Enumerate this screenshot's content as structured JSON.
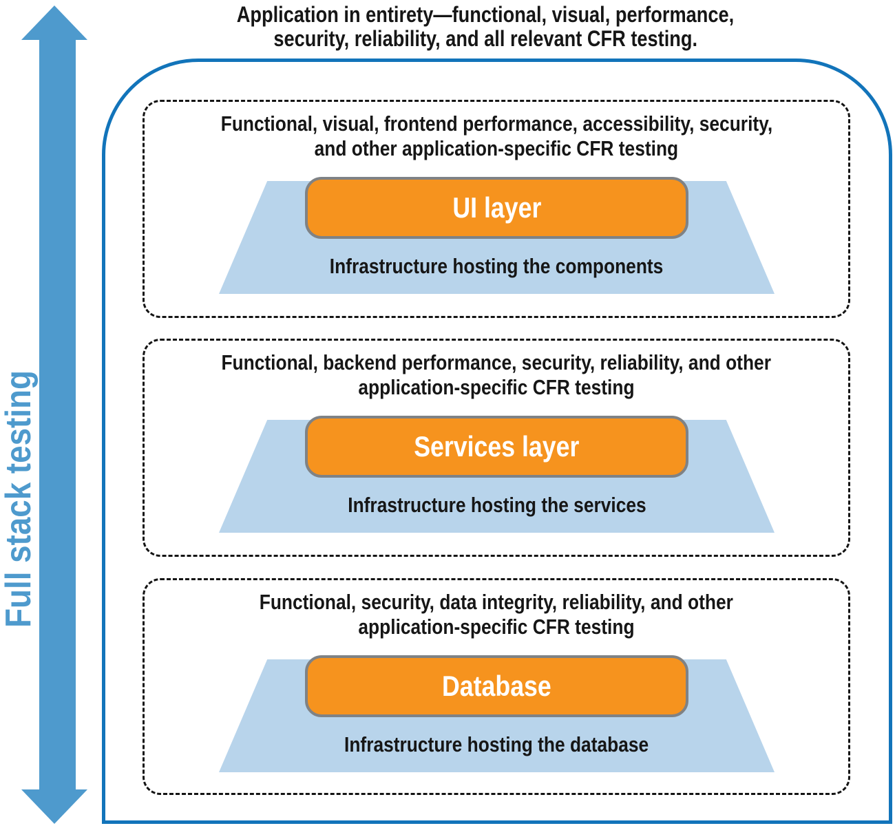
{
  "colors": {
    "arrow_blue": "#4E9ACD",
    "boundary_border_blue": "#1274BA",
    "trapezoid_light_blue": "#B8D4EB",
    "pill_orange": "#F6931E",
    "pill_border_gray": "#7F8285",
    "pill_text_white": "#FFFFFF",
    "text_dark": "#161616"
  },
  "top_caption": {
    "line1": "Application in entirety—functional, visual, performance,",
    "line2": "security, reliability, and all relevant CFR testing."
  },
  "side_label": "Full stack testing",
  "layers": [
    {
      "caption_line1": "Functional, visual, frontend performance, accessibility, security,",
      "caption_line2": "and other application-specific CFR testing",
      "pill_label": "UI layer",
      "infra_label": "Infrastructure hosting the components"
    },
    {
      "caption_line1": "Functional, backend performance, security, reliability, and other",
      "caption_line2": "application-specific CFR testing",
      "pill_label": "Services layer",
      "infra_label": "Infrastructure hosting the services"
    },
    {
      "caption_line1": "Functional, security, data integrity, reliability, and other",
      "caption_line2": "application-specific CFR testing",
      "pill_label": "Database",
      "infra_label": "Infrastructure hosting the database"
    }
  ]
}
